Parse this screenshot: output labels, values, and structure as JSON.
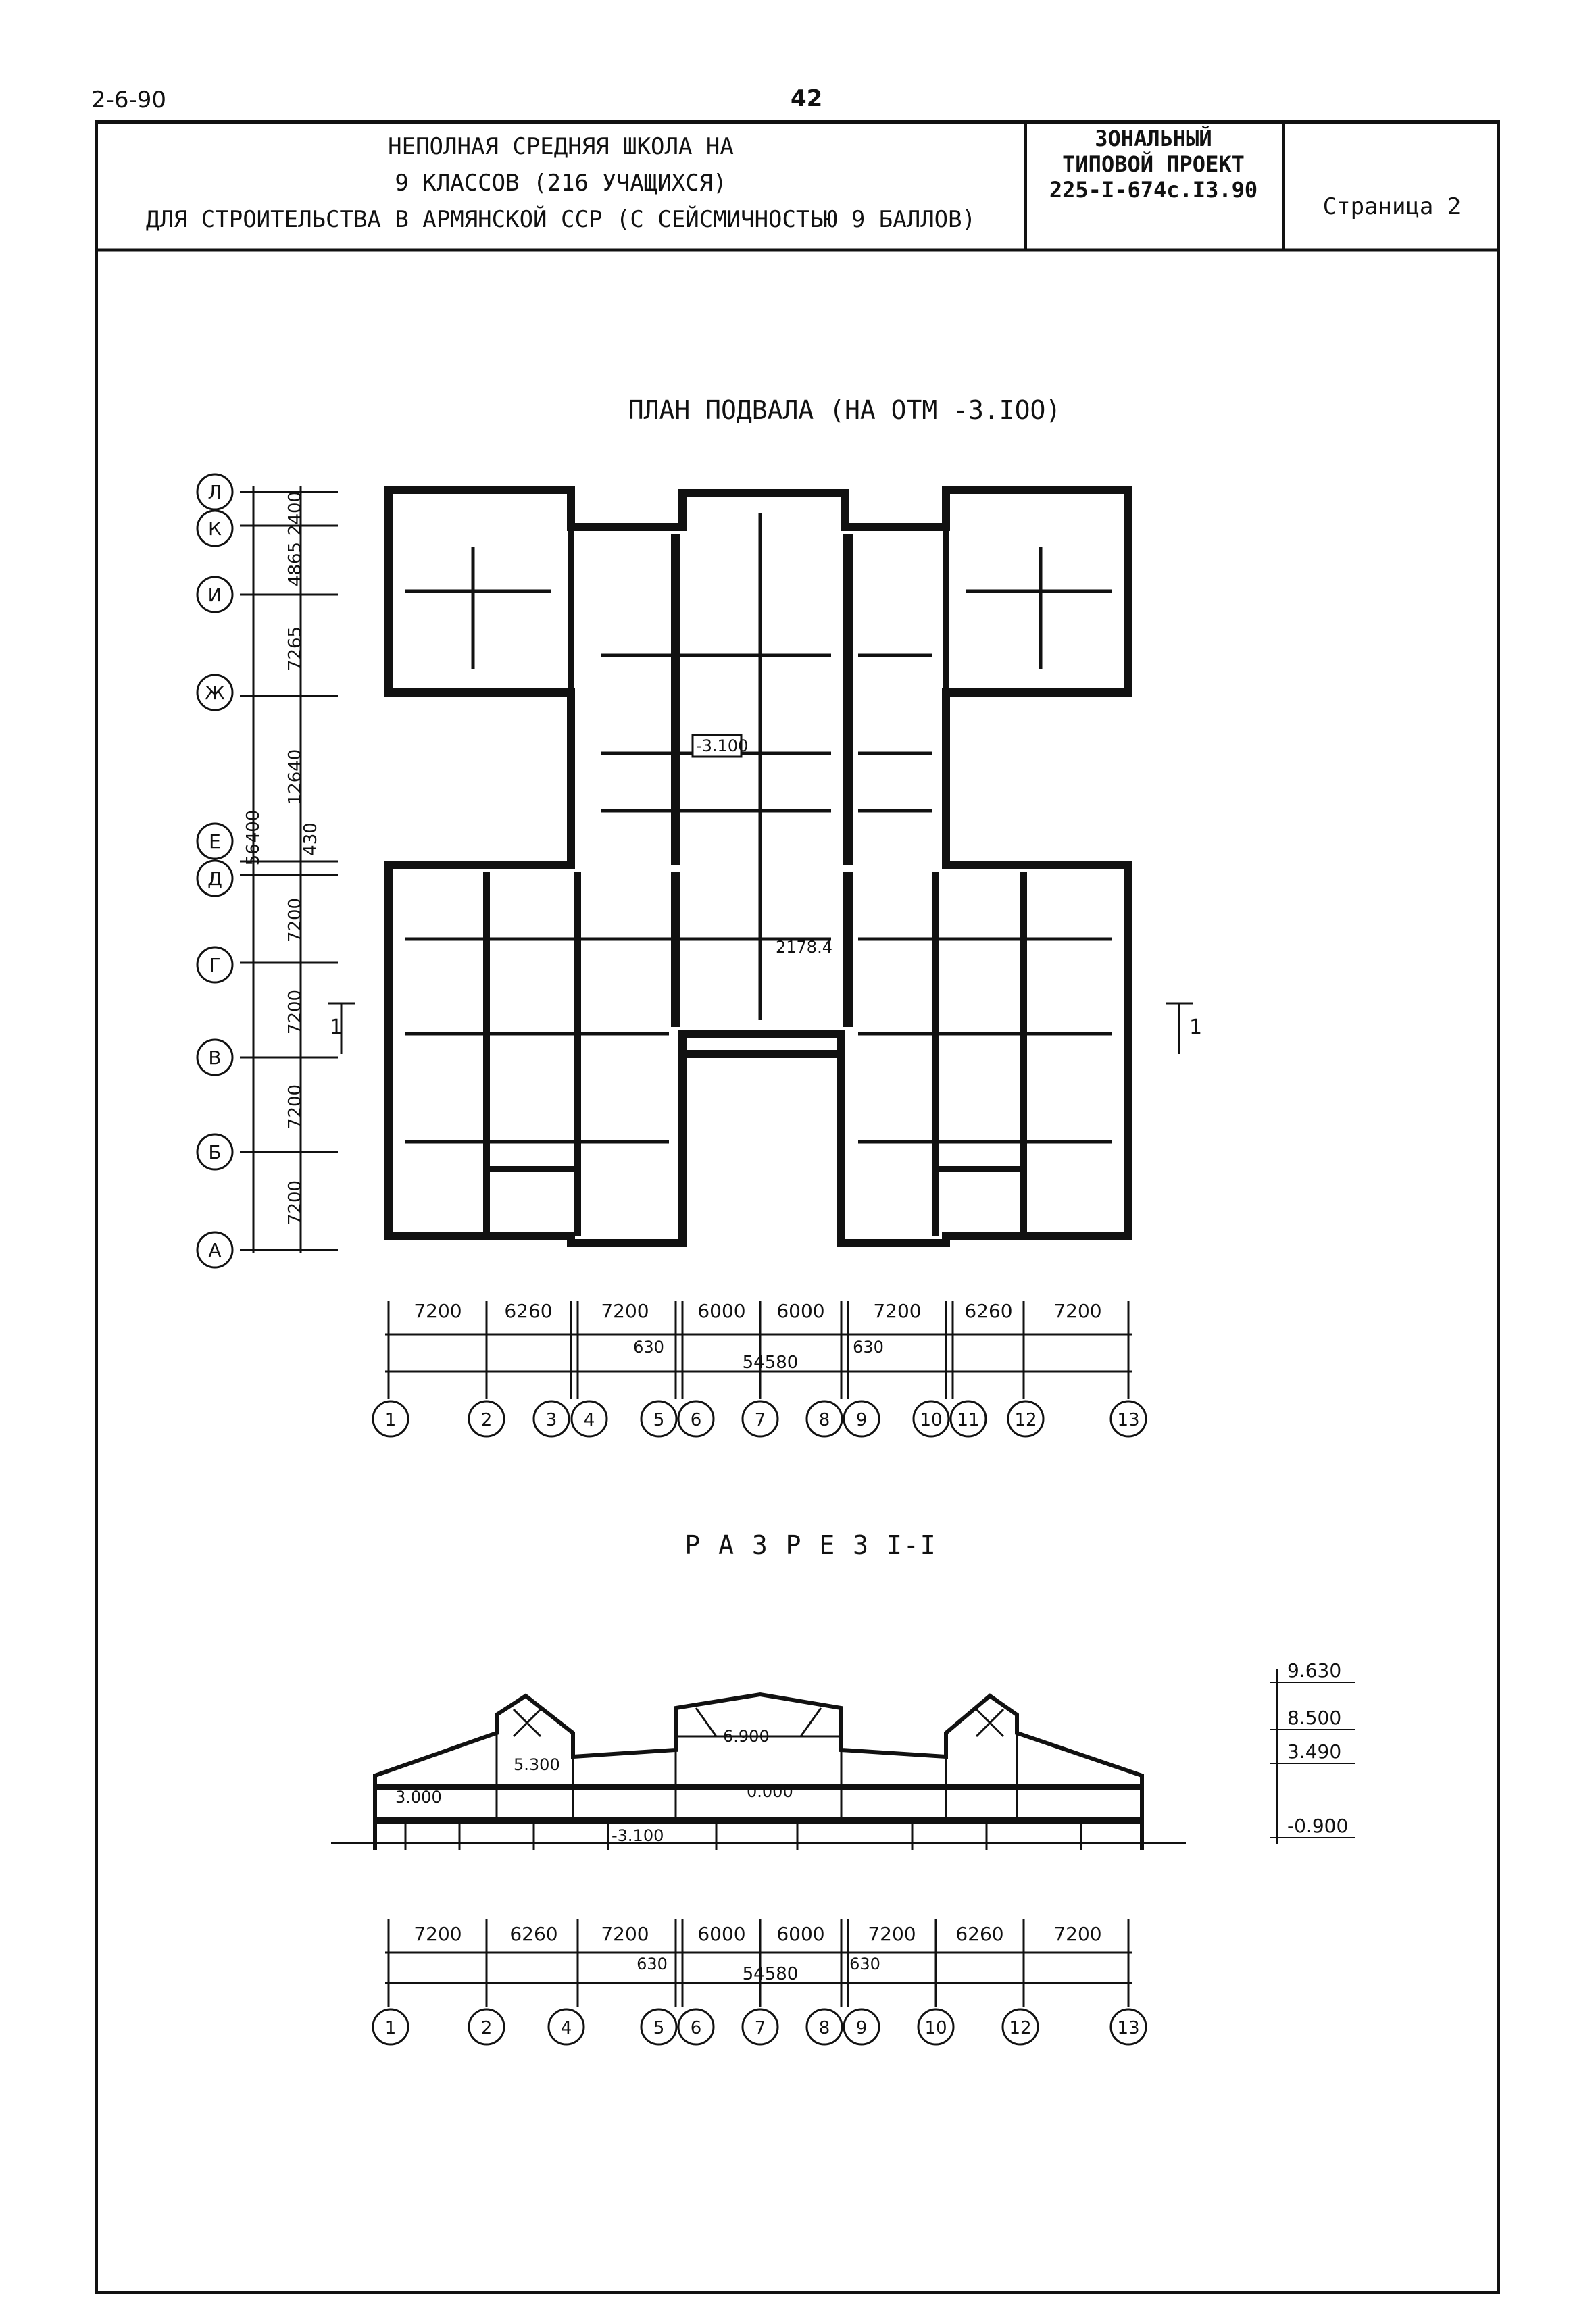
{
  "header": {
    "sheet_code": "2-6-90",
    "page_number": "42"
  },
  "title_block": {
    "title_line1": "НЕПОЛНАЯ СРЕДНЯЯ ШКОЛА НА",
    "title_line2": "9 КЛАССОВ (216 УЧАЩИХСЯ)",
    "title_line3": "ДЛЯ  СТРОИТЕЛЬСТВА В АРМЯНСКОЙ ССР (С СЕЙСМИЧНОСТЬЮ 9 БАЛЛОВ)",
    "project_line1": "ЗОНАЛЬНЫЙ",
    "project_line2": "ТИПОВОЙ ПРОЕКТ",
    "project_line3": "225-I-674с.I3.90",
    "page_label": "Страница 2"
  },
  "plan": {
    "heading": "ПЛАН ПОДВАЛА (НА ОТМ -3.IOO)",
    "row_axes": [
      "Л",
      "К",
      "И",
      "Ж",
      "Е",
      "Д",
      "Г",
      "В",
      "Б",
      "А"
    ],
    "row_dims": [
      "2400",
      "4865",
      "7265",
      "12640",
      "430",
      "7200",
      "7200",
      "7200",
      "7200"
    ],
    "row_total": "56400",
    "col_axes": [
      "1",
      "2",
      "3",
      "4",
      "5",
      "6",
      "7",
      "8",
      "9",
      "10",
      "11",
      "12",
      "13"
    ],
    "col_dims": [
      "7200",
      "6260",
      "7200",
      "6000",
      "6000",
      "7200",
      "6260",
      "7200"
    ],
    "col_small_dims": [
      "630",
      "630"
    ],
    "col_total": "54580",
    "level_mark": "-3.100",
    "area_mark": "2178.4",
    "section_marks": [
      "1",
      "1"
    ]
  },
  "section": {
    "heading": "Р А З Р Е З   I-I",
    "level_marks": [
      "5.300",
      "3.000",
      "6.900",
      "0.000",
      "-3.100"
    ],
    "side_marks": [
      "9.630",
      "8.500",
      "3.490",
      "-0.900"
    ],
    "col_axes": [
      "1",
      "2",
      "4",
      "5",
      "6",
      "7",
      "8",
      "9",
      "10",
      "12",
      "13"
    ],
    "col_dims": [
      "7200",
      "6260",
      "7200",
      "6000",
      "6000",
      "7200",
      "6260",
      "7200"
    ],
    "col_small_dims": [
      "630",
      "630"
    ],
    "col_total": "54580"
  }
}
